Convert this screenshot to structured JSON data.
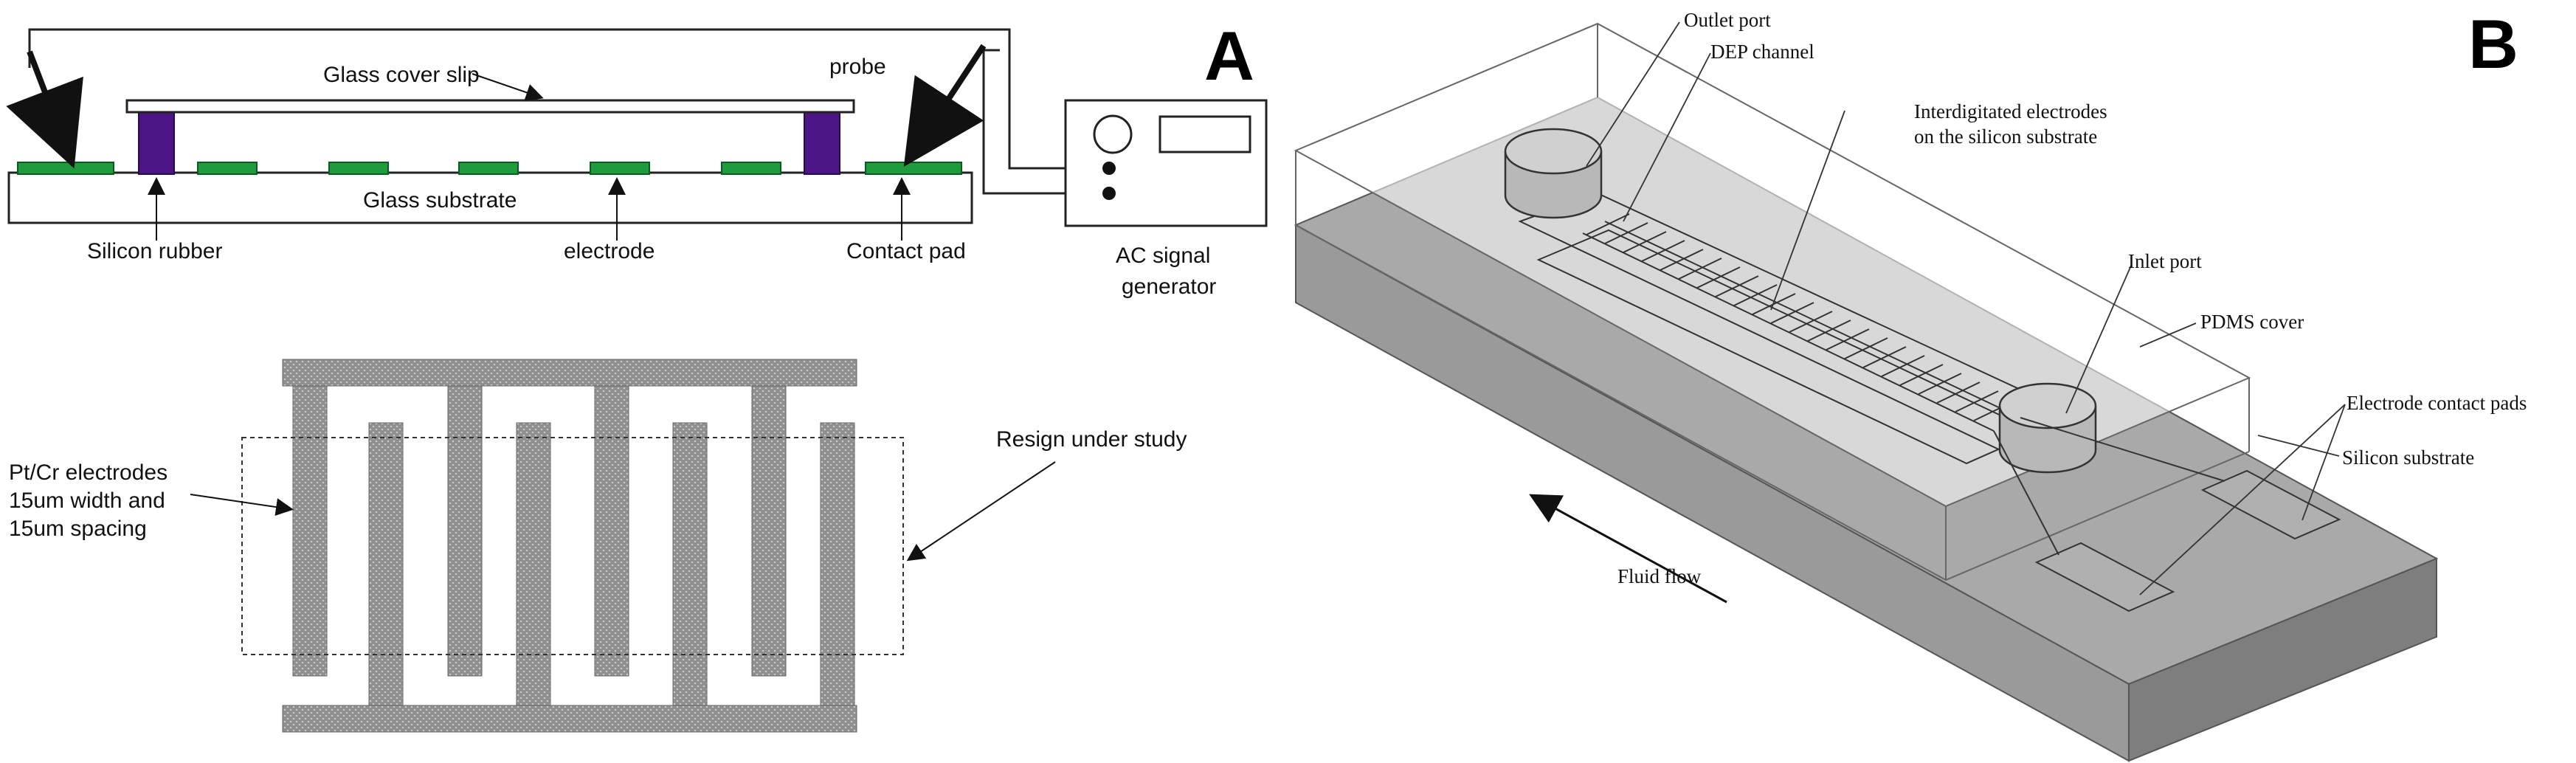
{
  "panel_a": {
    "letter": "A",
    "labels": {
      "glass_cover_slip": "Glass cover slip",
      "probe": "probe",
      "glass_substrate": "Glass substrate",
      "silicon_rubber": "Silicon rubber",
      "electrode": "electrode",
      "contact_pad": "Contact pad",
      "ac_signal": "AC signal",
      "generator": "generator",
      "electrodes_line1": "Pt/Cr electrodes",
      "electrodes_line2": "15um width and",
      "electrodes_line3": "15um spacing",
      "region_under_study": "Resign under study"
    },
    "colors": {
      "electrode_pad": "#1e9b3c",
      "silicon_rubber": "#4b1585",
      "finger_fill": "#8c8c8c"
    }
  },
  "panel_b": {
    "letter": "B",
    "labels": {
      "outlet_port": "Outlet port",
      "dep_channel": "DEP channel",
      "interdigitated_line1": "Interdigitated electrodes",
      "interdigitated_line2": "on the silicon substrate",
      "inlet_port": "Inlet port",
      "pdms_cover": "PDMS cover",
      "electrode_contact_pads": "Electrode contact pads",
      "silicon_substrate": "Silicon substrate",
      "fluid_flow": "Fluid flow"
    },
    "colors": {
      "substrate_top": "#a9a9a9",
      "substrate_front": "#9a9a9a",
      "substrate_side": "#808080"
    }
  }
}
